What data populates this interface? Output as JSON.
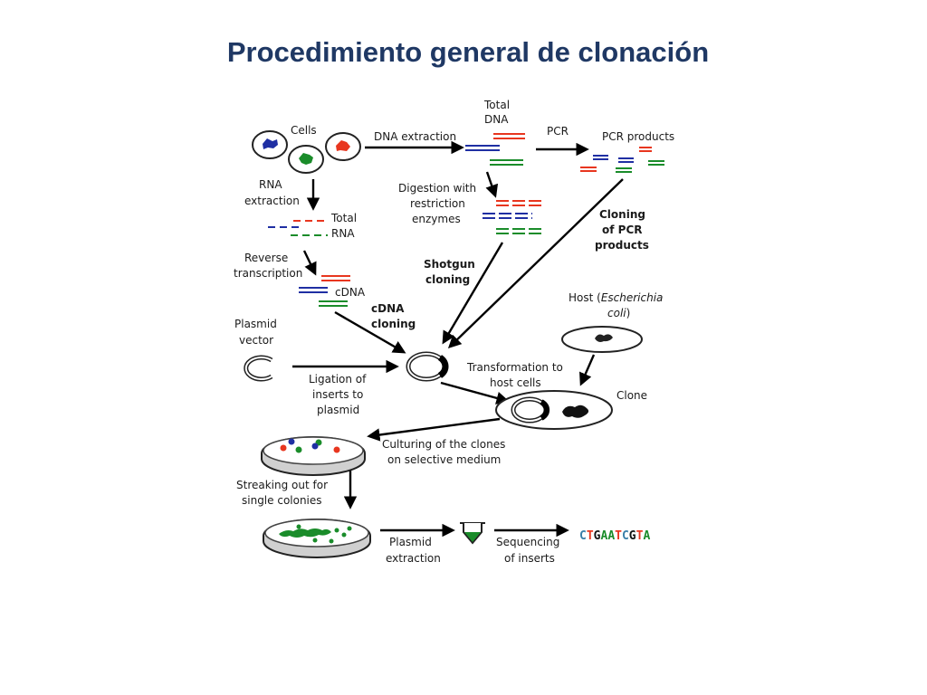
{
  "title": "Procedimiento general de clonación",
  "colors": {
    "red": "#e8361f",
    "blue": "#1f2fa3",
    "green": "#1a8c2a",
    "teal": "#3a7fa8",
    "title": "#1f3864"
  },
  "labels": {
    "cells": "Cells",
    "dna_extraction": "DNA extraction",
    "total_dna_1": "Total",
    "total_dna_2": "DNA",
    "pcr": "PCR",
    "pcr_products": "PCR products",
    "rna_extraction_1": "RNA",
    "rna_extraction_2": "extraction",
    "total_rna_1": "Total",
    "total_rna_2": "RNA",
    "digestion_1": "Digestion with",
    "digestion_2": "restriction",
    "digestion_3": "enzymes",
    "cloning_pcr_1": "Cloning",
    "cloning_pcr_2": "of PCR",
    "cloning_pcr_3": "products",
    "reverse_1": "Reverse",
    "reverse_2": "transcription",
    "shotgun_1": "Shotgun",
    "shotgun_2": "cloning",
    "cdna": "cDNA",
    "cdna_cloning_1": "cDNA",
    "cdna_cloning_2": "cloning",
    "host_1": "Host (",
    "host_2": "Escherichia",
    "host_3": "coli",
    "host_4": ")",
    "plasmid_1": "Plasmid",
    "plasmid_2": "vector",
    "ligation_1": "Ligation of",
    "ligation_2": "inserts to",
    "ligation_3": "plasmid",
    "transformation_1": "Transformation to",
    "transformation_2": "host cells",
    "clone": "Clone",
    "culturing_1": "Culturing of the clones",
    "culturing_2": "on selective medium",
    "streaking_1": "Streaking out for",
    "streaking_2": "single colonies",
    "plasmid_extraction_1": "Plasmid",
    "plasmid_extraction_2": "extraction",
    "sequencing_1": "Sequencing",
    "sequencing_2": "of inserts"
  },
  "sequence": [
    "C",
    "T",
    "G",
    "A",
    "A",
    "T",
    "C",
    "G",
    "T",
    "A"
  ]
}
